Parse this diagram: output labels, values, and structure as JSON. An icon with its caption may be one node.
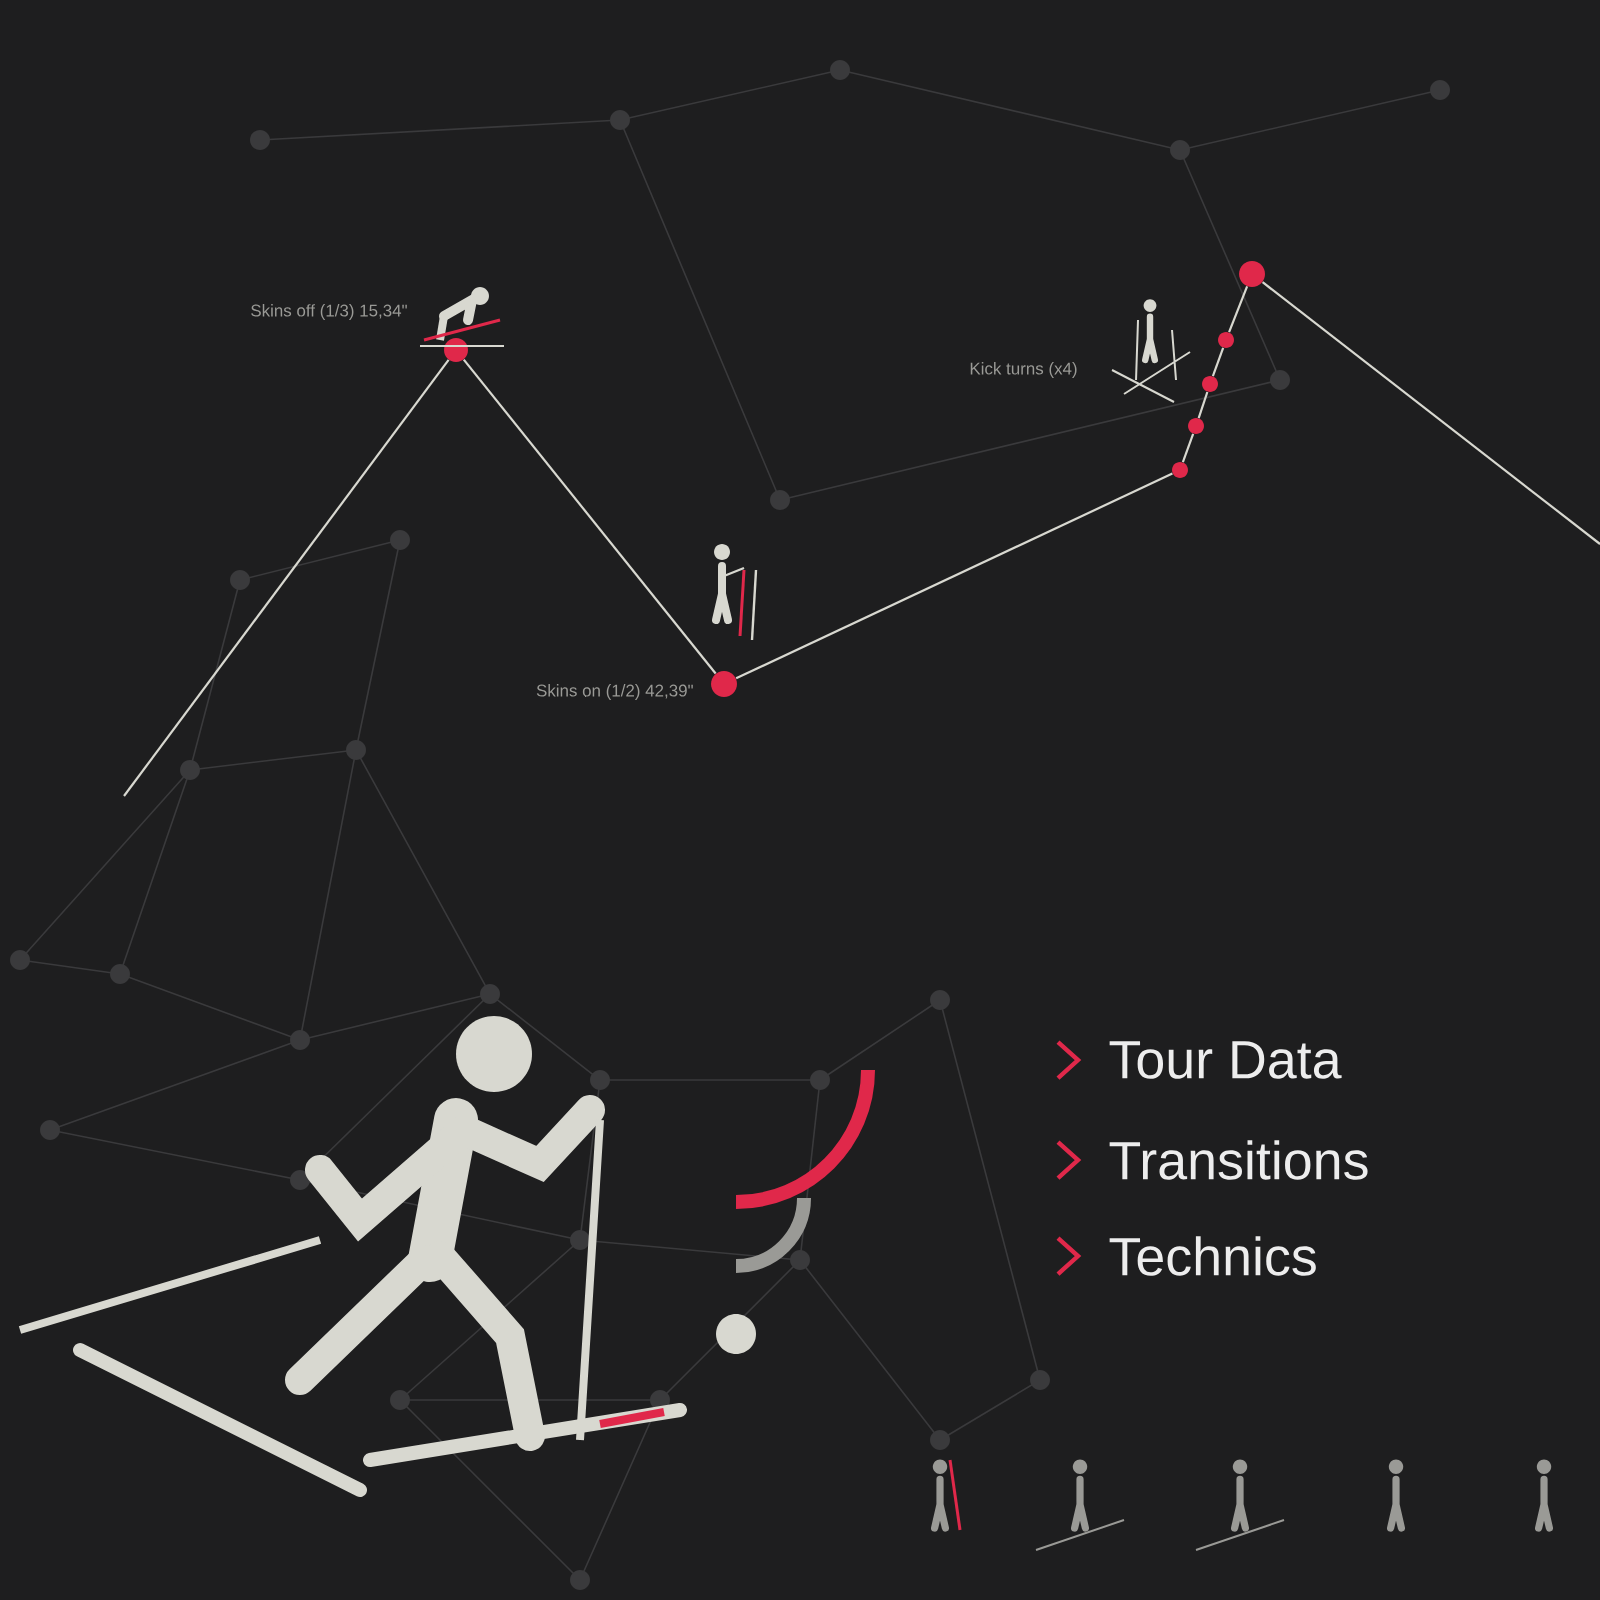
{
  "diagram": {
    "nodes": [
      {
        "text": [],
        "shape": "circle",
        "beside": [
          "Skins off (1/3) 15,34\""
        ]
      },
      {
        "text": [],
        "shape": "circle",
        "beside": [
          "Skins on (1/2) 42,39\""
        ]
      },
      {
        "text": [],
        "shape": "circle"
      },
      {
        "text": [],
        "shape": "circle"
      },
      {
        "text": [],
        "shape": "circle"
      },
      {
        "text": [],
        "shape": "circle"
      },
      {
        "text": [],
        "shape": "circle"
      }
    ],
    "edges": [
      {
        "from": null,
        "to": 0,
        "arrow": "none"
      },
      {
        "from": 0,
        "to": 1,
        "arrow": "none"
      },
      {
        "from": 1,
        "to": 2,
        "arrow": "none"
      },
      {
        "from": 2,
        "to": 3,
        "arrow": "none"
      },
      {
        "from": 3,
        "to": 4,
        "arrow": "none"
      },
      {
        "from": 4,
        "to": 5,
        "arrow": "none"
      },
      {
        "from": 5,
        "to": 6,
        "arrow": "none"
      },
      {
        "from": 6,
        "to": null,
        "arrow": "none"
      }
    ],
    "labels": [
      "Kick turns (x4)",
      "Tour Data",
      "Transitions",
      "Technics"
    ]
  }
}
